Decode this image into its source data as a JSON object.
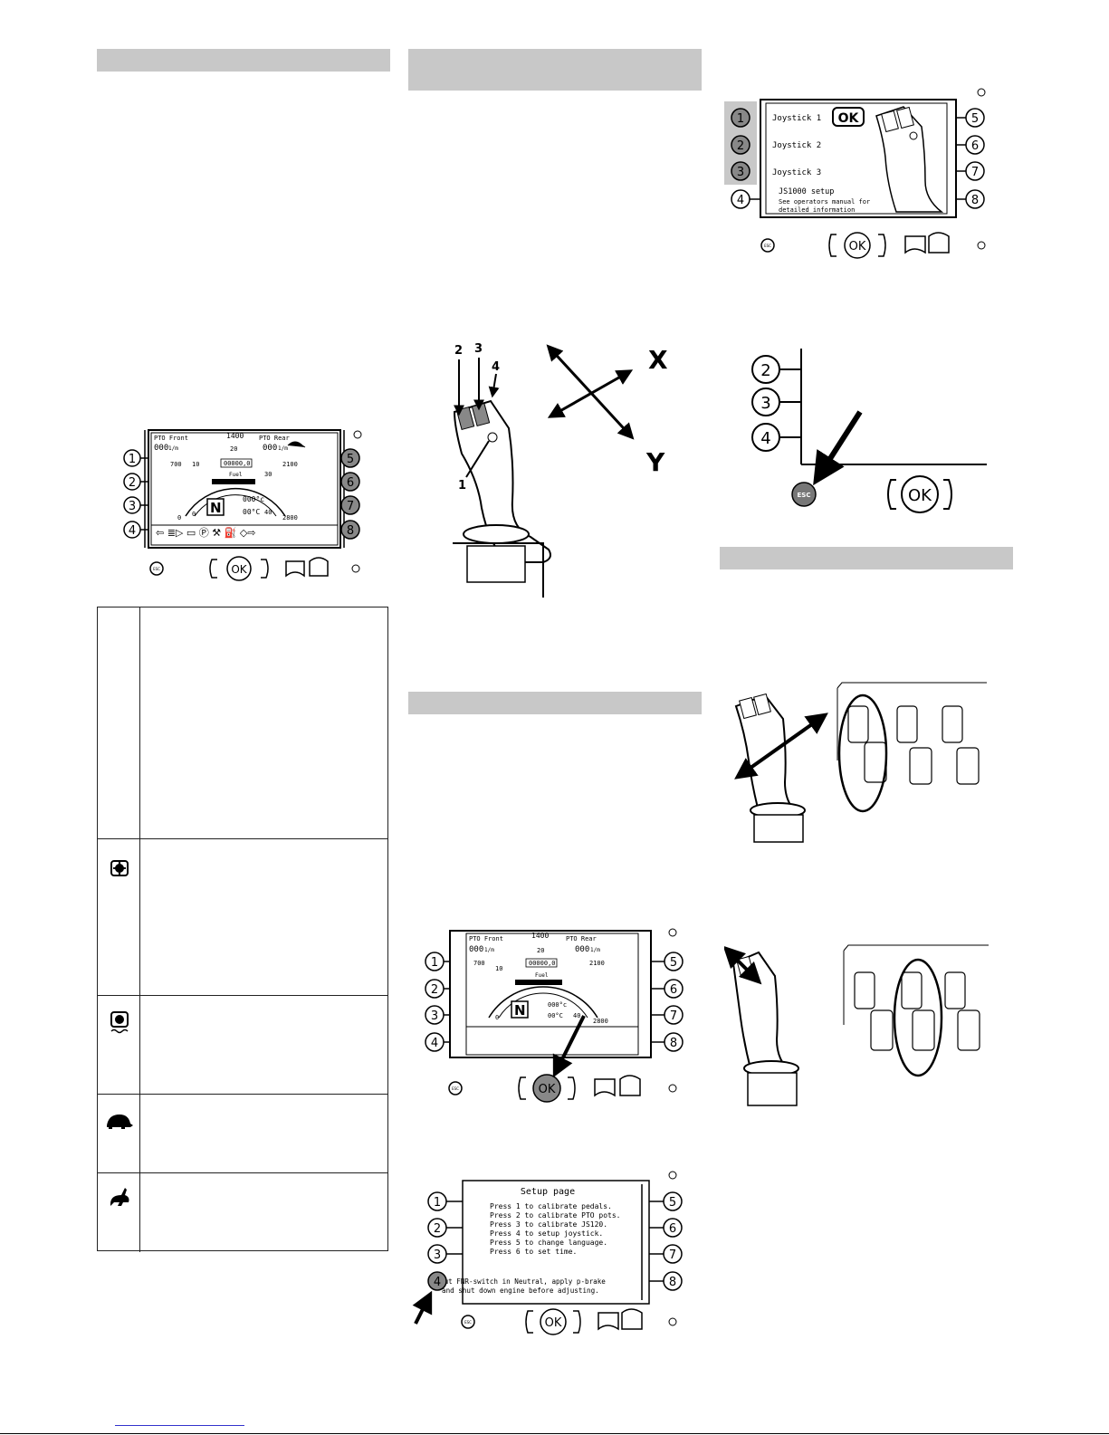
{
  "panel_buttons": {
    "left": [
      "1",
      "2",
      "3",
      "4"
    ],
    "right": [
      "5",
      "6",
      "7",
      "8"
    ],
    "ok": "OK",
    "esc": "ESC"
  },
  "dashboard": {
    "pto_front": "PTO Front",
    "pto_rear": "PTO Rear",
    "rpm_value": "000",
    "rpm_unit": "1/m",
    "rpm_top": "1400",
    "rpm_left": "700",
    "rpm_right": "2100",
    "rpm_max": "2800",
    "rpm_min": "0",
    "speed_20": "20",
    "speed_10": "10",
    "speed_30": "30",
    "speed_40": "40",
    "speed_0": "0",
    "hours": "00000,0",
    "fuel_label": "Fuel",
    "gear": "N",
    "temp1": "000°c",
    "temp2": "00°C"
  },
  "dashboard2": {
    "pto_front": "PTO Front",
    "pto_rear": "PTO Rear",
    "rpm_value": "000",
    "rpm_unit": "1/m",
    "rpm_top": "1400",
    "rpm_left": "700",
    "rpm_right": "2100",
    "rpm_max": "2800",
    "speed_20": "20",
    "speed_10": "10",
    "speed_40": "40",
    "speed_0": "0",
    "hours": "00000,0",
    "fuel_label": "Fuel",
    "gear": "N",
    "temp1": "000°c",
    "temp2": "00°C"
  },
  "joystick_diagram": {
    "labels": [
      "2",
      "3",
      "4",
      "1"
    ],
    "axis_x": "X",
    "axis_y": "Y"
  },
  "joystick_select": {
    "rows": [
      "Joystick 1",
      "Joystick 2",
      "Joystick 3"
    ],
    "ok": "OK",
    "setup_title": "JS1000 setup",
    "setup_line2": "See operators manual for",
    "setup_line3": "detailed information"
  },
  "setup_page": {
    "title": "Setup page",
    "lines": [
      "Press 1 to calibrate pedals.",
      "Press 2 to calibrate PTO pots.",
      "Press 3 to calibrate JS120.",
      "Press 4 to setup joystick.",
      "Press 5 to change language.",
      "Press 6 to set time."
    ],
    "warning1": "Put FNR-switch in Neutral, apply p-brake",
    "warning2": "and shut down engine before adjusting."
  },
  "esc_zoom": {
    "labels": [
      "2",
      "3",
      "4"
    ],
    "esc": "ESC",
    "ok": "OK"
  }
}
